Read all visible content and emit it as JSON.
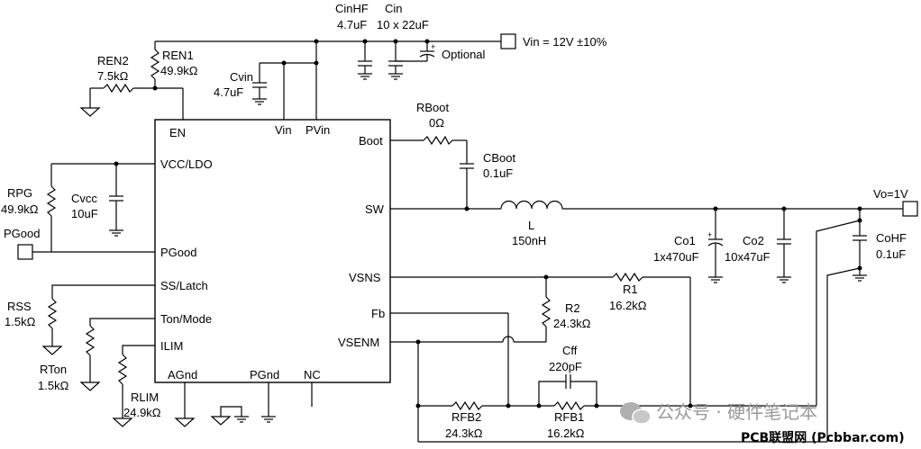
{
  "chip": {
    "pins": {
      "en": "EN",
      "vin": "Vin",
      "pvin": "PVin",
      "boot": "Boot",
      "vcc": "VCC/LDO",
      "sw": "SW",
      "pgood": "PGood",
      "ss": "SS/Latch",
      "vsns": "VSNS",
      "ton": "Ton/Mode",
      "fb": "Fb",
      "ilim": "ILIM",
      "vsenm": "VSENM",
      "agnd": "AGnd",
      "pgnd": "PGnd",
      "nc": "NC"
    }
  },
  "components": {
    "cinhf": {
      "name": "CinHF",
      "value": "4.7uF"
    },
    "cin": {
      "name": "Cin",
      "value": "10 x 22uF"
    },
    "optional": "Optional",
    "vin_rail": "Vin = 12V ±10%",
    "ren2": {
      "name": "REN2",
      "value": "7.5kΩ"
    },
    "ren1": {
      "name": "REN1",
      "value": "49.9kΩ"
    },
    "cvin": {
      "name": "Cvin",
      "value": "4.7uF"
    },
    "rboot": {
      "name": "RBoot",
      "value": "0Ω"
    },
    "cboot": {
      "name": "CBoot",
      "value": "0.1uF"
    },
    "rpg": {
      "name": "RPG",
      "value": "49.9kΩ"
    },
    "cvcc": {
      "name": "Cvcc",
      "value": "10uF"
    },
    "pgood_port": "PGood",
    "inductor": {
      "name": "L",
      "value": "150nH"
    },
    "vo": "Vo=1V",
    "co1": {
      "name": "Co1",
      "value": "1x470uF"
    },
    "co2": {
      "name": "Co2",
      "value": "10x47uF"
    },
    "cohf": {
      "name": "CoHF",
      "value": "0.1uF"
    },
    "r1": {
      "name": "R1",
      "value": "16.2kΩ"
    },
    "r2": {
      "name": "R2",
      "value": "24.3kΩ"
    },
    "rss": {
      "name": "RSS",
      "value": "1.5kΩ"
    },
    "rton": {
      "name": "RTon",
      "value": "1.5kΩ"
    },
    "rlim": {
      "name": "RLIM",
      "value": "24.9kΩ"
    },
    "cff": {
      "name": "Cff",
      "value": "220pF"
    },
    "rfb1": {
      "name": "RFB1",
      "value": "16.2kΩ"
    },
    "rfb2": {
      "name": "RFB2",
      "value": "24.3kΩ"
    }
  },
  "watermark": {
    "text": "公众号 · 硬件笔记本",
    "site": "PCB联盟网 (Pcbbar.com)"
  }
}
